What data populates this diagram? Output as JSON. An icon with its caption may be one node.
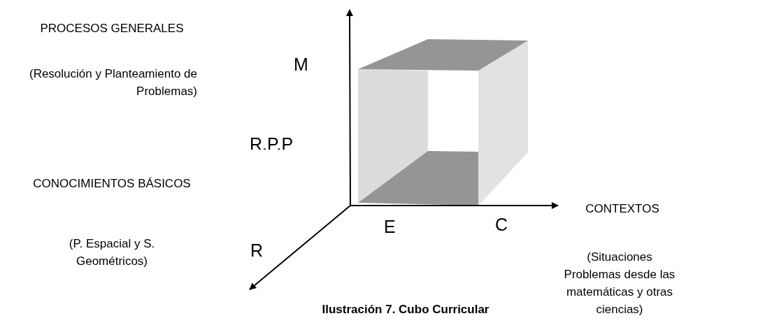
{
  "diagram": {
    "caption": "Ilustración 7. Cubo Curricular",
    "labels": [
      "PROCESOS GENERALES",
      "M",
      "(Resolución y Planteamiento de Problemas)",
      "R.P.P",
      "CONOCIMIENTOS BÁSICOS",
      "CONTEXTOS",
      "E",
      "C",
      "(P. Espacial y S. Geométricos)",
      "R",
      "(Situaciones Problemas desde las matemáticas y otras ciencias)"
    ]
  }
}
